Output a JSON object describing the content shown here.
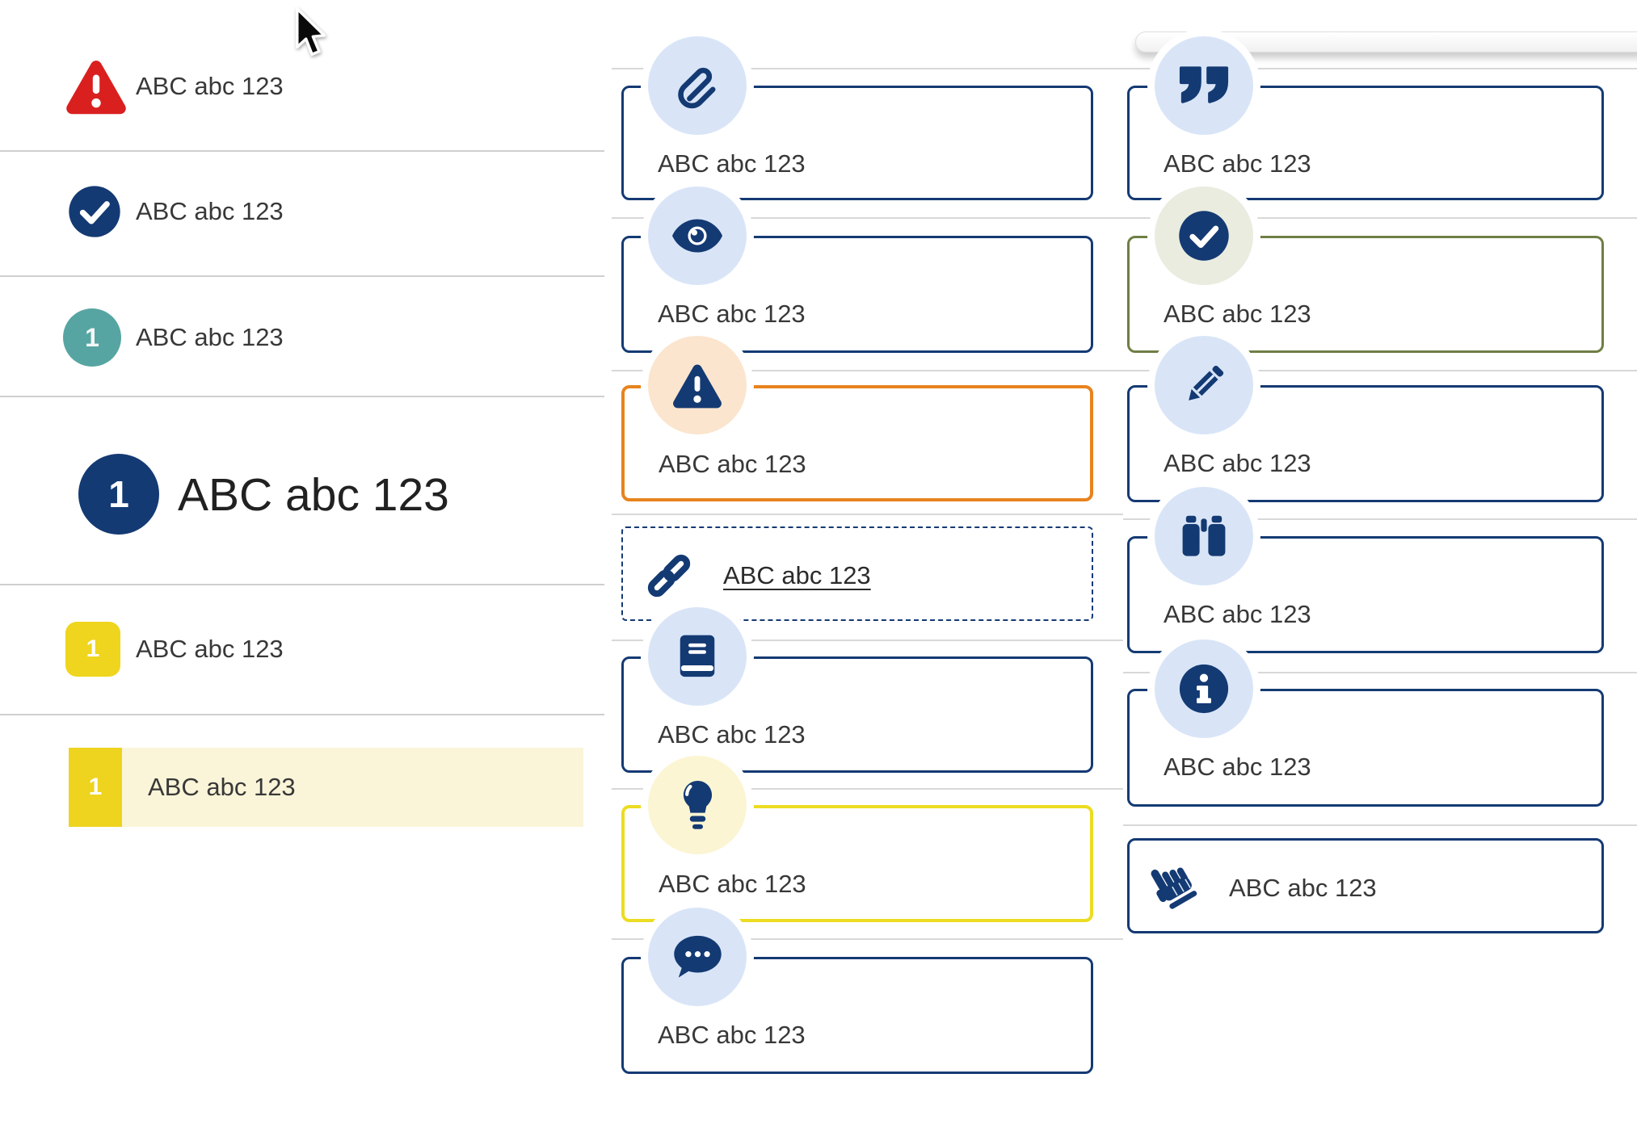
{
  "colors": {
    "navy": "#143a73",
    "red": "#d9201f",
    "teal": "#57a5a2",
    "yellow_badge": "#efd51e",
    "yellow_border": "#ecdc22",
    "pale_yellow_row": "#faf5d8",
    "orange_border": "#e8831e",
    "peach_circle": "#fbe5ce",
    "olive_border": "#6f7e44",
    "pale_green_circle": "#e9ecdf",
    "light_blue_circle": "#d9e5f7",
    "text": "#383838"
  },
  "left_list": {
    "items": [
      {
        "icon": "alert-triangle-icon",
        "label": "ABC abc 123"
      },
      {
        "icon": "check-circle-icon",
        "label": "ABC abc 123"
      },
      {
        "icon": "teal-number-badge",
        "badge": "1",
        "label": "ABC abc 123"
      },
      {
        "icon": "navy-number-badge-large",
        "badge": "1",
        "label": "ABC abc 123"
      },
      {
        "icon": "yellow-number-badge",
        "badge": "1",
        "label": "ABC abc 123"
      },
      {
        "icon": "yellow-number-bar",
        "badge": "1",
        "label": "ABC abc 123",
        "state": "highlighted"
      }
    ]
  },
  "middle_callouts": [
    {
      "icon": "paperclip-icon",
      "variant": "navy",
      "label": "ABC abc 123"
    },
    {
      "icon": "eye-icon",
      "variant": "navy",
      "label": "ABC abc 123"
    },
    {
      "icon": "warning-icon",
      "variant": "orange",
      "label": "ABC abc 123"
    },
    {
      "icon": "link-icon",
      "variant": "dashed-link",
      "label": "ABC abc 123"
    },
    {
      "icon": "book-icon",
      "variant": "navy",
      "label": "ABC abc 123"
    },
    {
      "icon": "lightbulb-icon",
      "variant": "yellow",
      "label": "ABC abc 123"
    },
    {
      "icon": "comment-dots-icon",
      "variant": "navy",
      "label": "ABC abc 123"
    }
  ],
  "right_callouts": [
    {
      "icon": "quote-icon",
      "variant": "navy",
      "label": "ABC abc 123"
    },
    {
      "icon": "check-circle-icon",
      "variant": "olive",
      "label": "ABC abc 123"
    },
    {
      "icon": "pencil-icon",
      "variant": "navy",
      "label": "ABC abc 123"
    },
    {
      "icon": "binoculars-icon",
      "variant": "navy",
      "label": "ABC abc 123"
    },
    {
      "icon": "info-icon",
      "variant": "navy",
      "label": "ABC abc 123"
    },
    {
      "icon": "hand-pointer-icon",
      "variant": "navy-inline",
      "label": "ABC abc 123"
    }
  ]
}
